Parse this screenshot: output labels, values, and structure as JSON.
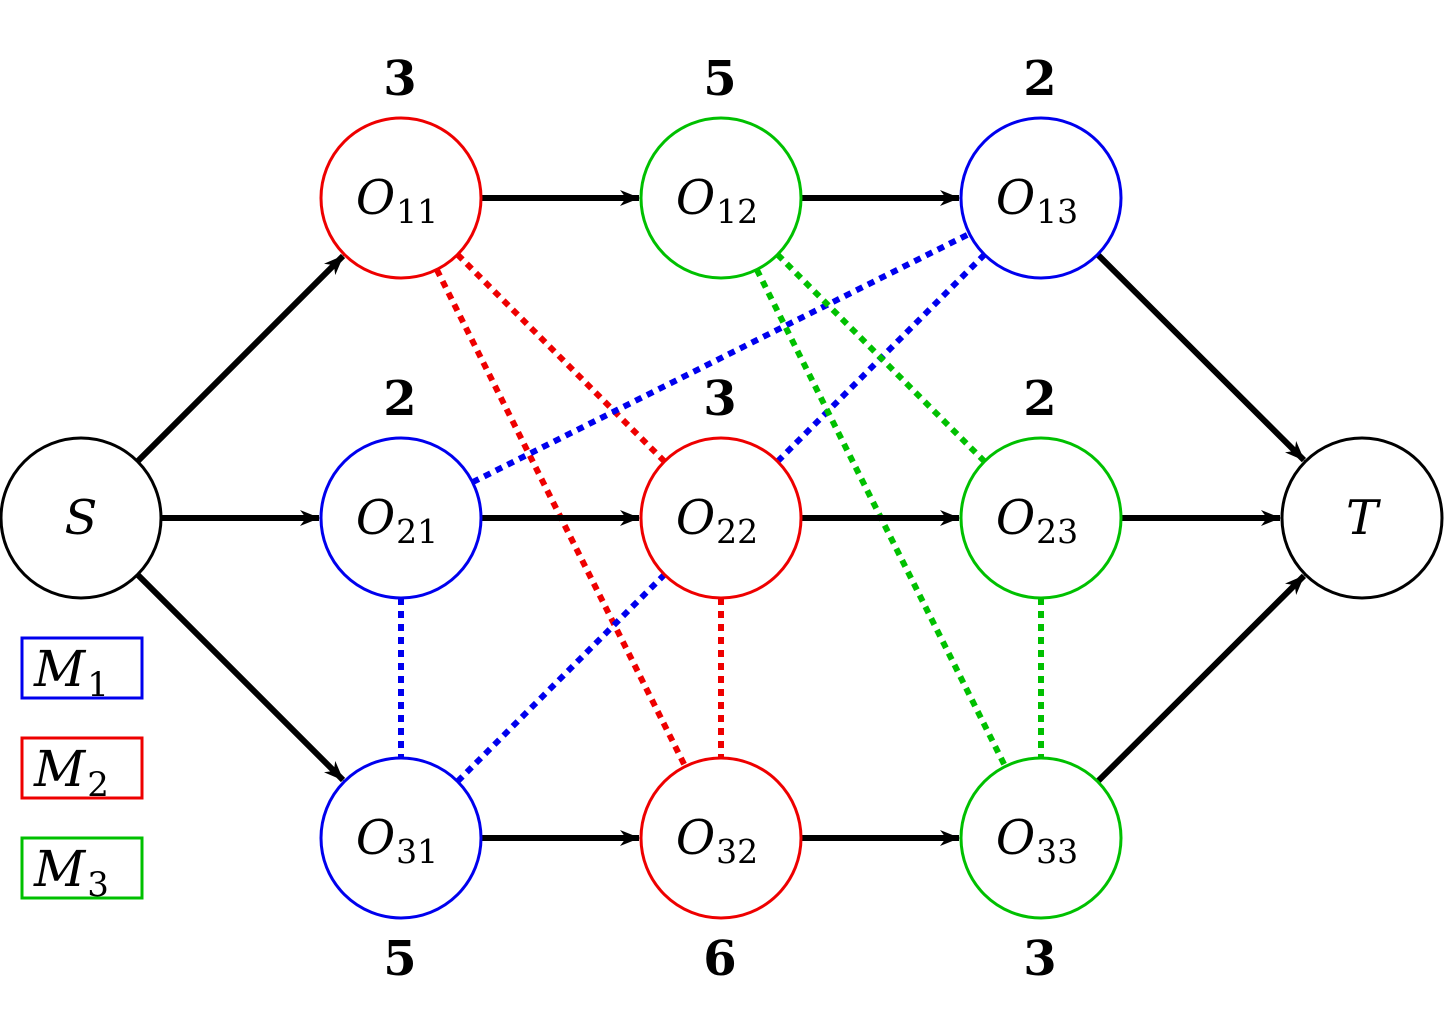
{
  "colors": {
    "M1": "#0000ee",
    "M2": "#ee0000",
    "M3": "#00c000",
    "neutral": "#000000"
  },
  "legend": [
    {
      "id": "M1",
      "base": "M",
      "sub": "1",
      "color": "#0000ee"
    },
    {
      "id": "M2",
      "base": "M",
      "sub": "2",
      "color": "#ee0000"
    },
    {
      "id": "M3",
      "base": "M",
      "sub": "3",
      "color": "#00c000"
    }
  ],
  "nodes": [
    {
      "id": "S",
      "base": "S",
      "sub": "",
      "machine": null,
      "time": ""
    },
    {
      "id": "T",
      "base": "T",
      "sub": "",
      "machine": null,
      "time": ""
    },
    {
      "id": "O11",
      "base": "O",
      "sub": "11",
      "machine": "M2",
      "time": "3"
    },
    {
      "id": "O12",
      "base": "O",
      "sub": "12",
      "machine": "M3",
      "time": "5"
    },
    {
      "id": "O13",
      "base": "O",
      "sub": "13",
      "machine": "M1",
      "time": "2"
    },
    {
      "id": "O21",
      "base": "O",
      "sub": "21",
      "machine": "M1",
      "time": "2"
    },
    {
      "id": "O22",
      "base": "O",
      "sub": "22",
      "machine": "M2",
      "time": "3"
    },
    {
      "id": "O23",
      "base": "O",
      "sub": "23",
      "machine": "M3",
      "time": "2"
    },
    {
      "id": "O31",
      "base": "O",
      "sub": "31",
      "machine": "M1",
      "time": "5"
    },
    {
      "id": "O32",
      "base": "O",
      "sub": "32",
      "machine": "M2",
      "time": "6"
    },
    {
      "id": "O33",
      "base": "O",
      "sub": "33",
      "machine": "M3",
      "time": "3"
    }
  ],
  "conjunctive_arcs": [
    [
      "S",
      "O11"
    ],
    [
      "S",
      "O21"
    ],
    [
      "S",
      "O31"
    ],
    [
      "O11",
      "O12"
    ],
    [
      "O12",
      "O13"
    ],
    [
      "O21",
      "O22"
    ],
    [
      "O22",
      "O23"
    ],
    [
      "O31",
      "O32"
    ],
    [
      "O32",
      "O33"
    ],
    [
      "O13",
      "T"
    ],
    [
      "O23",
      "T"
    ],
    [
      "O33",
      "T"
    ]
  ],
  "disjunctive_edges": [
    {
      "a": "O11",
      "b": "O22",
      "machine": "M2"
    },
    {
      "a": "O11",
      "b": "O32",
      "machine": "M2"
    },
    {
      "a": "O22",
      "b": "O32",
      "machine": "M2"
    },
    {
      "a": "O21",
      "b": "O13",
      "machine": "M1"
    },
    {
      "a": "O22",
      "b": "O13",
      "machine": "M1"
    },
    {
      "a": "O21",
      "b": "O31",
      "machine": "M1"
    },
    {
      "a": "O31",
      "b": "O22",
      "machine": "M1"
    },
    {
      "a": "O12",
      "b": "O23",
      "machine": "M3"
    },
    {
      "a": "O12",
      "b": "O33",
      "machine": "M3"
    },
    {
      "a": "O23",
      "b": "O33",
      "machine": "M3"
    }
  ]
}
